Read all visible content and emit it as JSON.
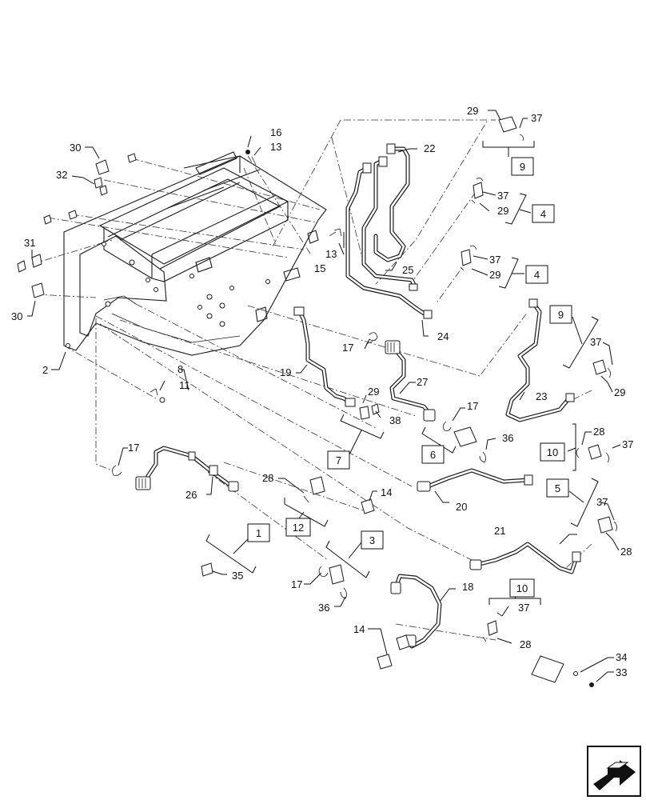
{
  "callouts": {
    "c2": "2",
    "c8": "8",
    "c11": "11",
    "c13a": "13",
    "c13b": "13",
    "c14a": "14",
    "c14b": "14",
    "c15": "15",
    "c16": "16",
    "c17a": "17",
    "c17b": "17",
    "c17c": "17",
    "c17d": "17",
    "c18": "18",
    "c19": "19",
    "c20": "20",
    "c21": "21",
    "c22": "22",
    "c23": "23",
    "c24": "24",
    "c25": "25",
    "c26": "26",
    "c27": "27",
    "c28a": "28",
    "c28b": "28",
    "c28c": "28",
    "c28d": "28",
    "c29a": "29",
    "c29b": "29",
    "c29c": "29",
    "c29d": "29",
    "c29e": "29",
    "c30a": "30",
    "c30b": "30",
    "c31": "31",
    "c32": "32",
    "c33": "33",
    "c34": "34",
    "c35": "35",
    "c36a": "36",
    "c36b": "36",
    "c37a": "37",
    "c37b": "37",
    "c37c": "37",
    "c37d": "37",
    "c37e": "37",
    "c37f": "37",
    "c37g": "37",
    "c38": "38"
  },
  "kits": {
    "k1": "1",
    "k3": "3",
    "k4a": "4",
    "k4b": "4",
    "k5": "5",
    "k6": "6",
    "k7": "7",
    "k9a": "9",
    "k9b": "9",
    "k10a": "10",
    "k10b": "10",
    "k12": "12"
  },
  "nav_icon": "forward-arrow-icon"
}
